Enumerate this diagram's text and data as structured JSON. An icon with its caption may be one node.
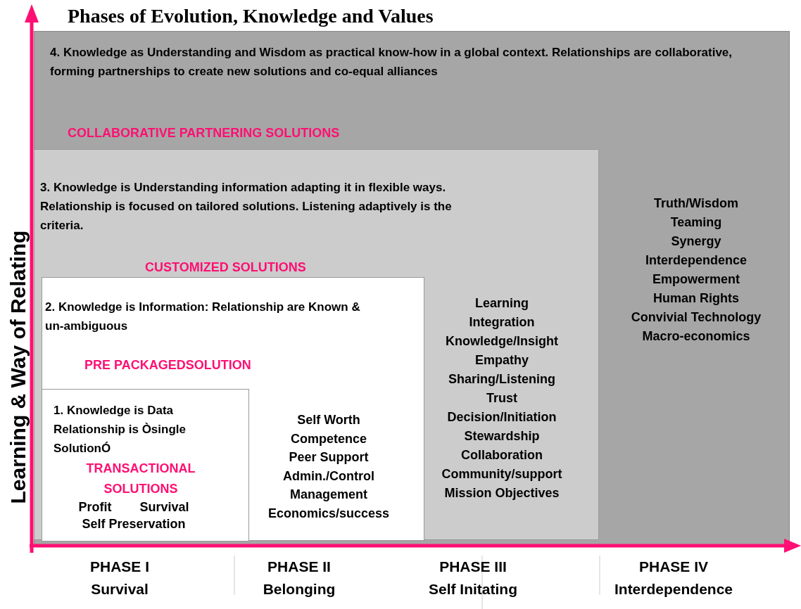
{
  "diagram": {
    "title": "Phases of Evolution, Knowledge and Values",
    "nodes": [
      {
        "text": [
          "4. Knowledge  as Understanding and Wisdom as practical know-how in a global context. Relationships are collaborative,  forming partnerships to create new solutions and co-equal alliances",
          "COLLABORATIVE PARTNERING SOLUTIONS",
          "Truth/Wisdom",
          "Teaming",
          "Synergy",
          "Interdependence",
          "Empowerment",
          "Human Rights",
          "Convivial Technology",
          "Macro-economics"
        ]
      },
      {
        "text": [
          "3. Knowledge is Understanding  information adapting it in flexible ways. Relationship is focused on tailored solutions. Listening adaptively is the criteria.",
          "CUSTOMIZED SOLUTIONS",
          "Learning",
          "Integration",
          "Knowledge/Insight",
          "Empathy",
          "Sharing/Listening",
          "Trust",
          "Decision/Initiation",
          "Stewardship",
          "Collaboration",
          "Community/support",
          "Mission Objectives"
        ],
        "in": 0
      },
      {
        "text": [
          "2. Knowledge is Information: Relationship are Known &  un-ambiguous",
          "PRE PACKAGEDSOLUTION",
          "Self Worth",
          "Competence",
          "Peer Support",
          "Admin./Control",
          "Management",
          "Economics/success"
        ],
        "in": 1
      },
      {
        "text": [
          "1. Knowledge is Data Relationship is Òsingle SolutionÓ",
          "TRANSACTIONAL SOLUTIONS",
          "Profit",
          "Survival",
          "Self Preservation"
        ],
        "in": 2
      }
    ],
    "labels": [
      "Learning & Way of Relating",
      "PHASE I",
      "Survival",
      "PHASE II",
      "Belonging",
      "PHASE III",
      "Self Initating",
      "PHASE IV",
      "Interdependence"
    ]
  }
}
